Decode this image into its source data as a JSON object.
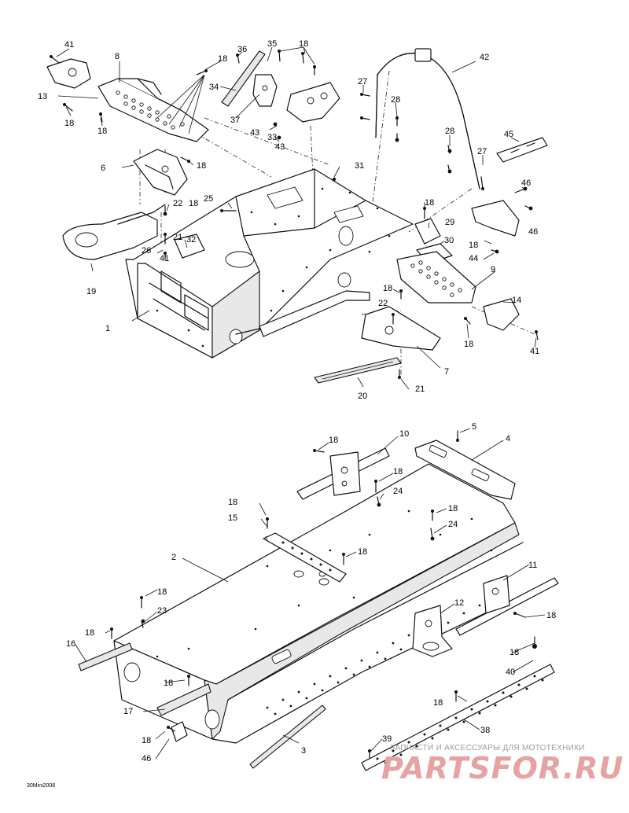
{
  "labels": {
    "l41a": "41",
    "l8": "8",
    "l18a": "18",
    "l36": "36",
    "l35": "35",
    "l18b": "18",
    "l13": "13",
    "l18c": "18",
    "l18d": "18",
    "l34": "34",
    "l37": "37",
    "l43a": "43",
    "l33": "33",
    "l43b": "43",
    "l42": "42",
    "l27a": "27",
    "l28a": "28",
    "l28b": "28",
    "l45": "45",
    "l27b": "27",
    "l6": "6",
    "l18e": "18",
    "l31": "31",
    "l46a": "46",
    "l18f": "18",
    "l25": "25",
    "l22a": "22",
    "l18g": "18",
    "l29": "29",
    "l46b": "46",
    "l21a": "21",
    "l32": "32",
    "l30": "30",
    "l18h": "18",
    "l26": "26",
    "l44": "44",
    "l41b": "41",
    "l19": "19",
    "l9": "9",
    "l18i": "18",
    "l22b": "22",
    "l14": "14",
    "l1": "1",
    "l18j": "18",
    "l41c": "41",
    "l7": "7",
    "l20": "20",
    "l21b": "21",
    "l18k": "18",
    "l10": "10",
    "l5": "5",
    "l4": "4",
    "l18l": "18",
    "l24a": "24",
    "l18m": "18",
    "l15": "15",
    "l18n": "18",
    "l24b": "24",
    "l2": "2",
    "l18o": "18",
    "l11": "11",
    "l18p": "18",
    "l23": "23",
    "l12": "12",
    "l18q": "18",
    "l16": "16",
    "l18r": "18",
    "l18s": "18",
    "l40": "40",
    "l17": "17",
    "l18t": "18",
    "l38": "38",
    "l18u": "18",
    "l3": "3",
    "l39": "39",
    "l46c": "46"
  },
  "reference": "30Mini2008",
  "watermark": {
    "line1": "ЗАПЧАСТИ И АКСЕССУАРЫ ДЛЯ МОТОТЕХНИКИ",
    "line2": "PARTSFOR.RU"
  }
}
